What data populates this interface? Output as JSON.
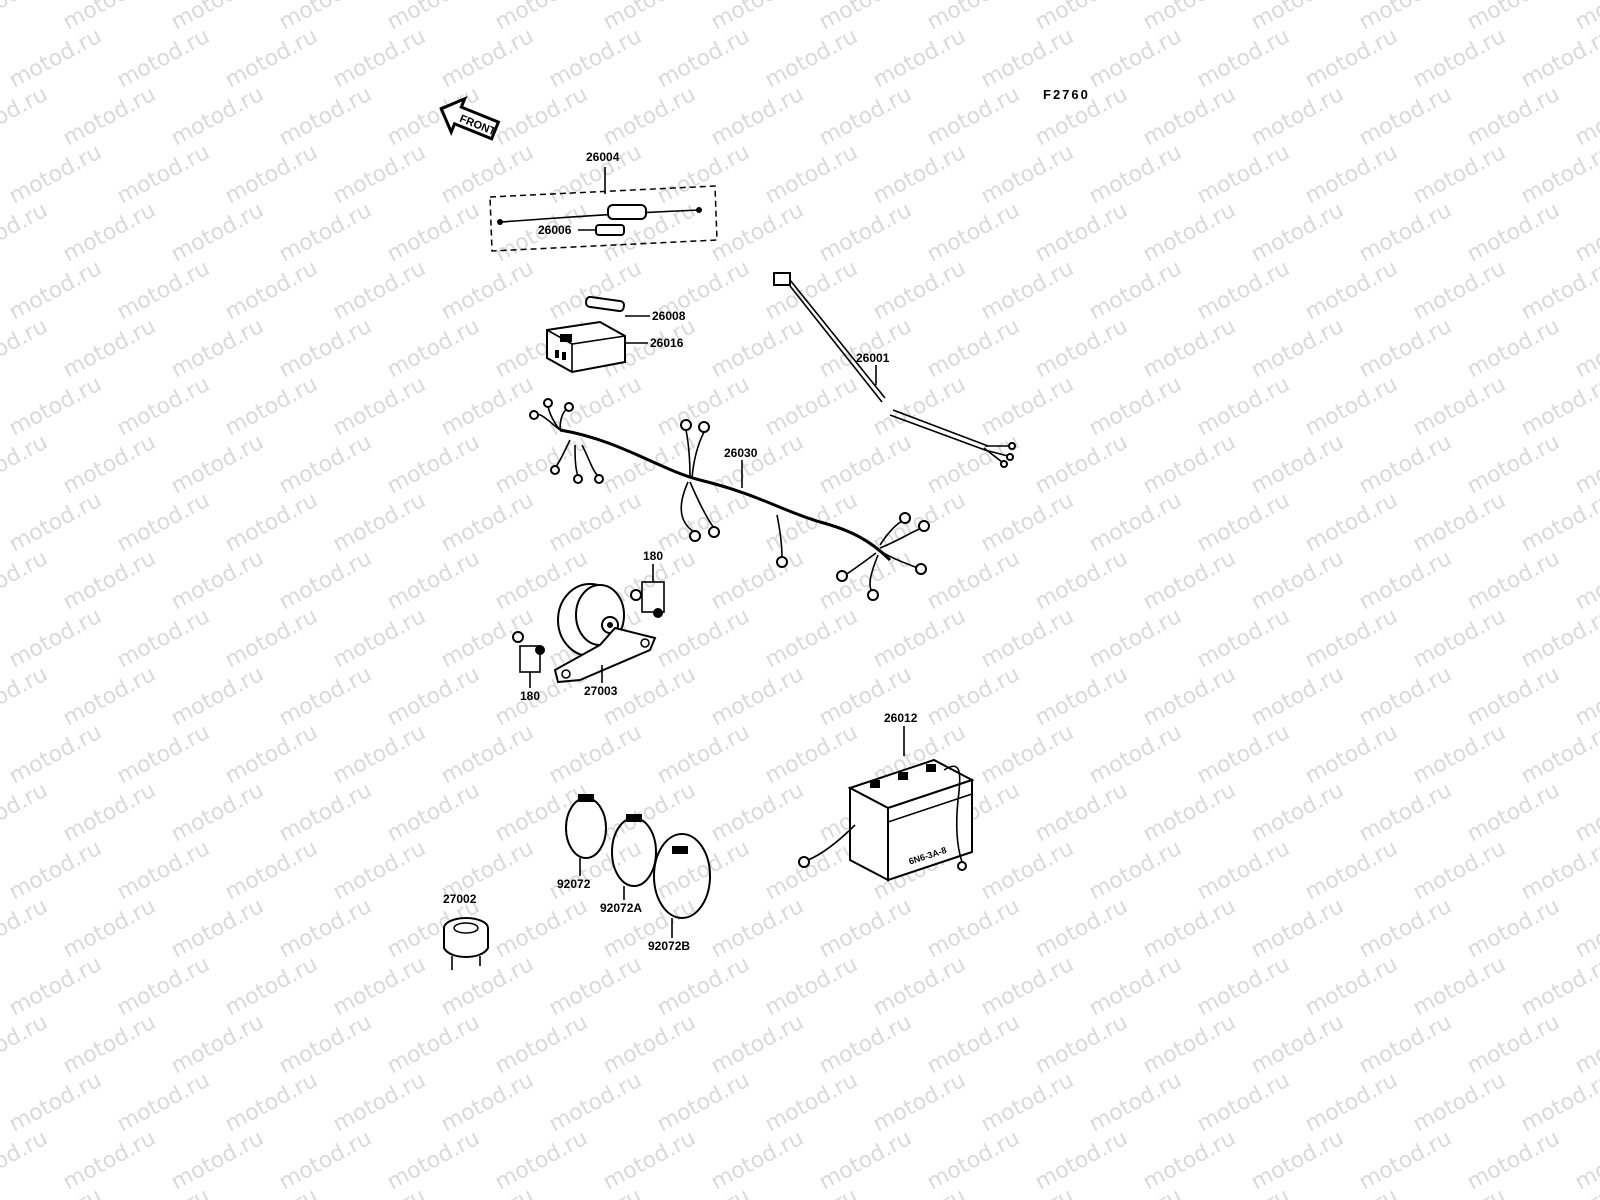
{
  "watermark": "motod.ru",
  "figure_code": "F2760",
  "front_arrow": "FRONT",
  "callouts": {
    "fuse_holder": "26004",
    "fuse_in_holder": "26006",
    "fuse_spare": "26008",
    "fuse_box": "26016",
    "battery_lead": "26001",
    "main_harness": "26030",
    "bolt_upper": "180",
    "bolt_lower": "180",
    "horn_bracket": "27003",
    "battery": "26012",
    "band": "92072",
    "band_a": "92072A",
    "band_b": "92072B",
    "socket": "27002"
  },
  "battery_face_text": "6N6-3A-8"
}
